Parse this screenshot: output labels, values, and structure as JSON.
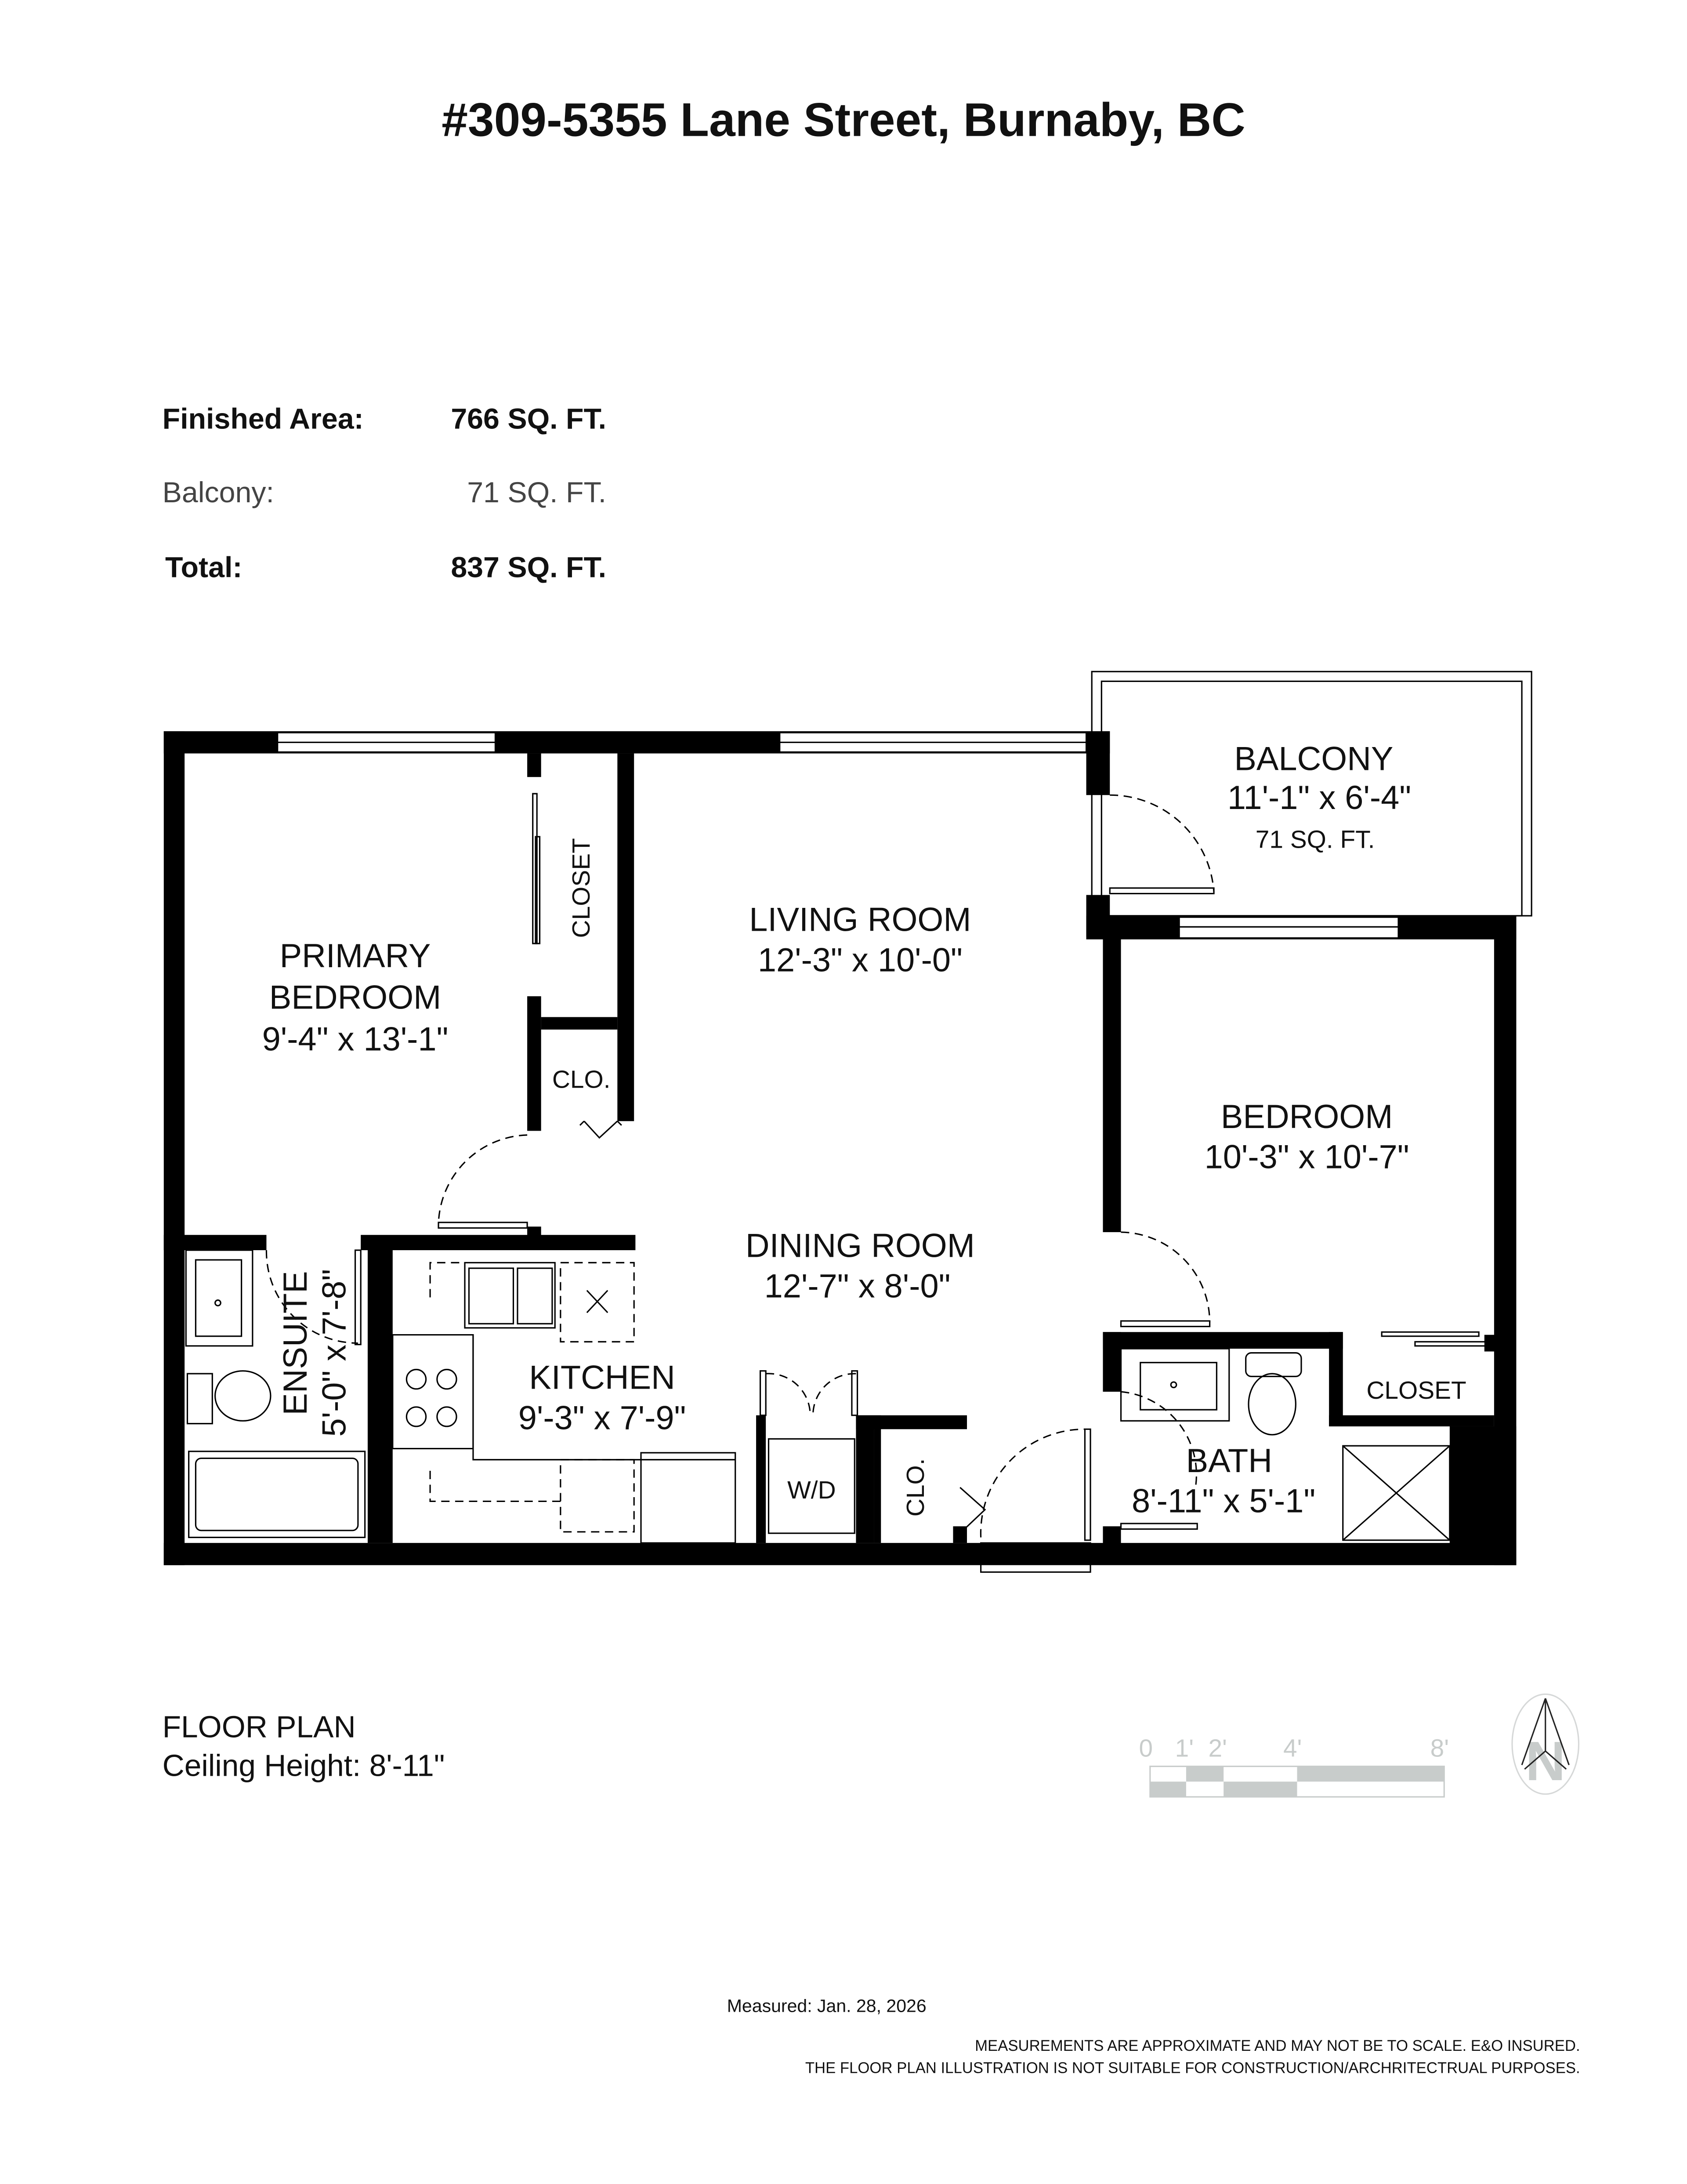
{
  "title": "#309-5355 Lane Street, Burnaby, BC",
  "areas": [
    {
      "label": "Finished Area:",
      "value": "766 SQ. FT.",
      "bold": true
    },
    {
      "label": "Balcony:",
      "value": "71 SQ. FT.",
      "bold": false
    },
    {
      "label": "Total:",
      "value": "837 SQ. FT.",
      "bold": true
    }
  ],
  "rooms": {
    "primary_bedroom": {
      "name_line1": "PRIMARY",
      "name_line2": "BEDROOM",
      "size": "9'-4\" x 13'-1\""
    },
    "closet_primary": {
      "name": "CLOSET"
    },
    "clo_primary": {
      "name": "CLO."
    },
    "living_room": {
      "name": "LIVING ROOM",
      "size": "12'-3\" x 10'-0\""
    },
    "dining_room": {
      "name": "DINING ROOM",
      "size": "12'-7\" x 8'-0\""
    },
    "balcony": {
      "name": "BALCONY",
      "size": "11'-1\" x 6'-4\"",
      "area": "71 SQ. FT."
    },
    "bedroom": {
      "name": "BEDROOM",
      "size": "10'-3\" x 10'-7\""
    },
    "closet_bedroom": {
      "name": "CLOSET"
    },
    "ensuite": {
      "name": "ENSUITE",
      "size": "5'-0\" x 7'-8\""
    },
    "kitchen": {
      "name": "KITCHEN",
      "size": "9'-3\" x 7'-9\""
    },
    "laundry": {
      "name": "W/D"
    },
    "clo_entry": {
      "name": "CLO."
    },
    "bath": {
      "name": "BATH",
      "size": "8'-11\" x 5'-1\""
    }
  },
  "caption": {
    "line1": "FLOOR PLAN",
    "line2": "Ceiling Height: 8'-11\""
  },
  "scale_bar": {
    "ticks": [
      "0",
      "1'",
      "2'",
      "4'",
      "8'"
    ],
    "color": "#c8cccb"
  },
  "compass": {
    "icon": "north-arrow-icon",
    "letter": "N"
  },
  "measured": "Measured: Jan. 28, 2026",
  "disclaimer": {
    "line1": "MEASUREMENTS ARE APPROXIMATE AND MAY NOT BE TO SCALE. E&O INSURED.",
    "line2": "THE FLOOR PLAN ILLUSTRATION IS NOT SUITABLE FOR CONSTRUCTION/ARCHRITECTRUAL PURPOSES."
  }
}
